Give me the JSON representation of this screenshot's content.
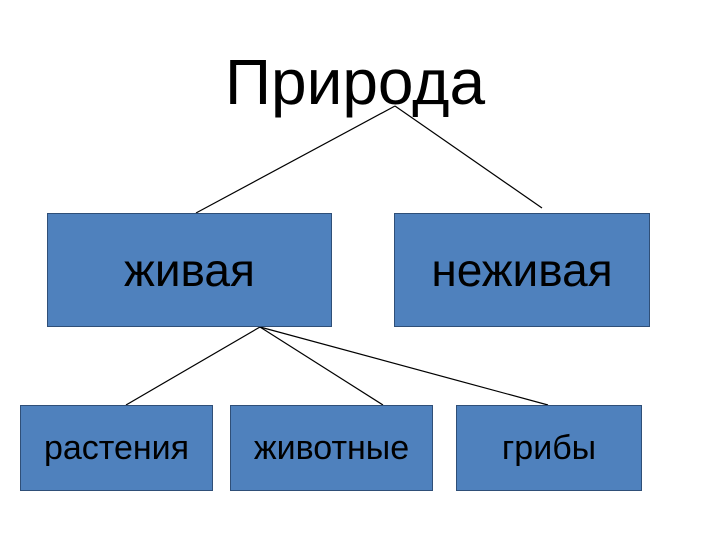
{
  "diagram": {
    "root": {
      "label": "Природа"
    },
    "level1": [
      {
        "label": "живая"
      },
      {
        "label": "неживая"
      }
    ],
    "level2": [
      {
        "label": "растения"
      },
      {
        "label": "животные"
      },
      {
        "label": "грибы"
      }
    ]
  },
  "colors": {
    "box_fill": "#4f81bd",
    "box_border": "#2f4f78",
    "line": "#000000",
    "text": "#000000"
  }
}
